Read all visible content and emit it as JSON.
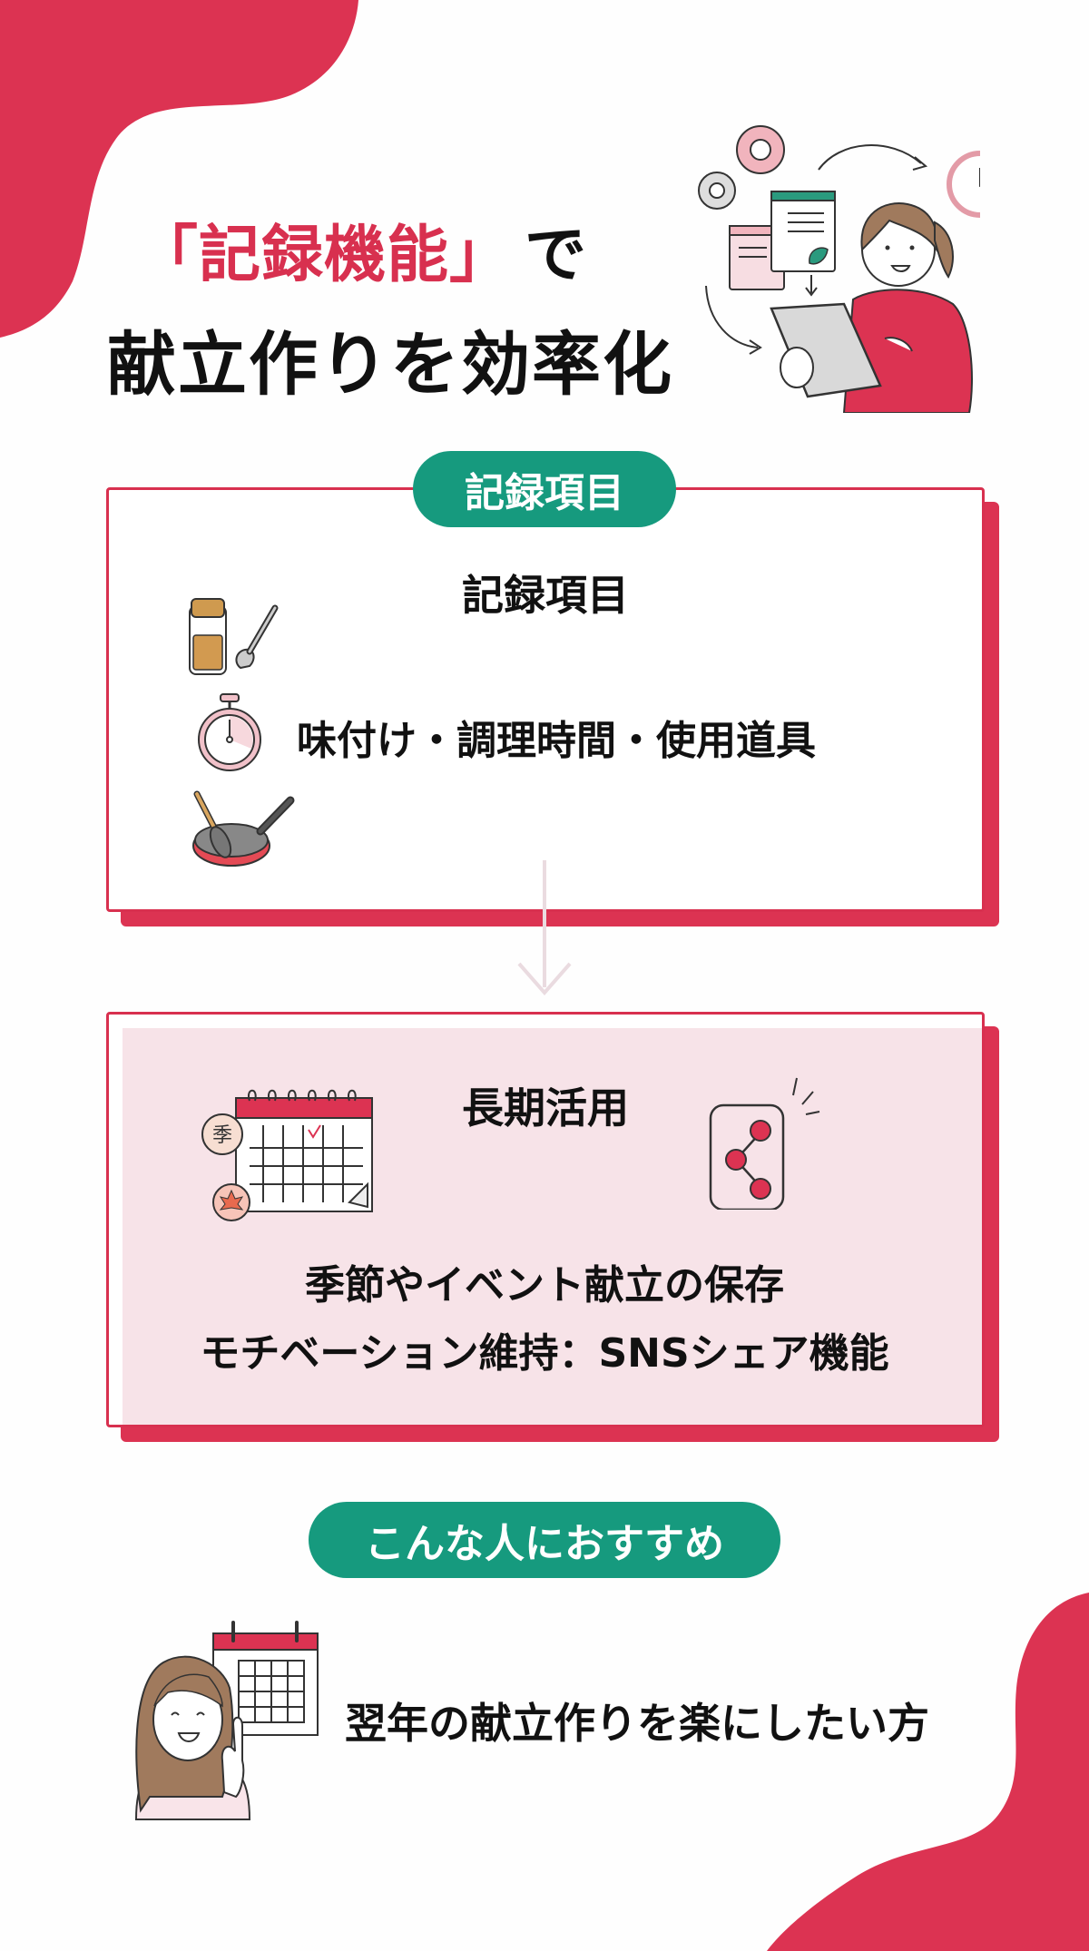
{
  "header": {
    "title_accent": "「記録機能」",
    "title_suffix": "で",
    "title_line2": "献立作りを効率化"
  },
  "record_section": {
    "badge_label": "記録項目",
    "heading": "記録項目",
    "items_text": "味付け・調理時間・使用道具",
    "icons": [
      "spice-jar-icon",
      "stopwatch-icon",
      "frying-pan-icon"
    ]
  },
  "long_term_section": {
    "heading": "長期活用",
    "lines": [
      "季節やイベント献立の保存",
      "モチベーション維持：SNSシェア機能"
    ],
    "icons": [
      "calendar-icon",
      "share-icon"
    ],
    "calendar_badges": [
      "季"
    ]
  },
  "recommend_section": {
    "badge_label": "こんな人におすすめ",
    "text": "翌年の献立作りを楽にしたい方"
  },
  "colors": {
    "accent_red": "#d8304f",
    "badge_green": "#169a7e",
    "pink_fill": "#f7e3e8",
    "text": "#111111"
  }
}
